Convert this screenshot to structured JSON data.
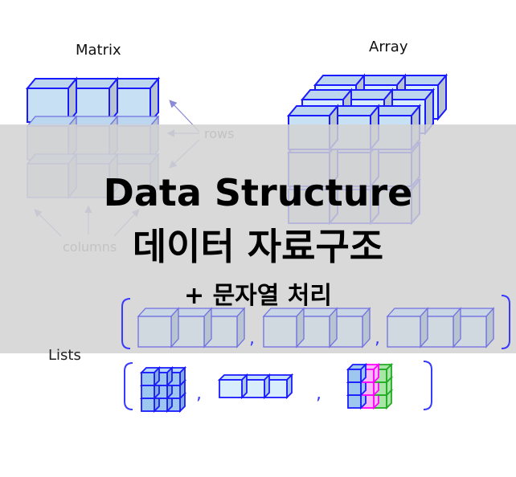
{
  "labels": {
    "matrix": "Matrix",
    "array": "Array",
    "rows": "rows",
    "columns": "columns",
    "lists": "Lists"
  },
  "overlay": {
    "title_en": "Data Structure",
    "title_ko": "데이터 자료구조",
    "subtitle": "+ 문자열 처리"
  },
  "lists_separator": ",",
  "colors": {
    "cube_stroke": "#1a1aff",
    "cube_fill_front": "#d0d8e0",
    "cube_fill_top_row": "#c8e0f4",
    "cube_fill_light": "#d8eefc",
    "arrow": "#8a8ad8",
    "bracket": "#3a3aff",
    "overlay_band": "rgba(210,210,210,0.85)",
    "magenta": "#ff00ff",
    "green": "#22aa22"
  }
}
